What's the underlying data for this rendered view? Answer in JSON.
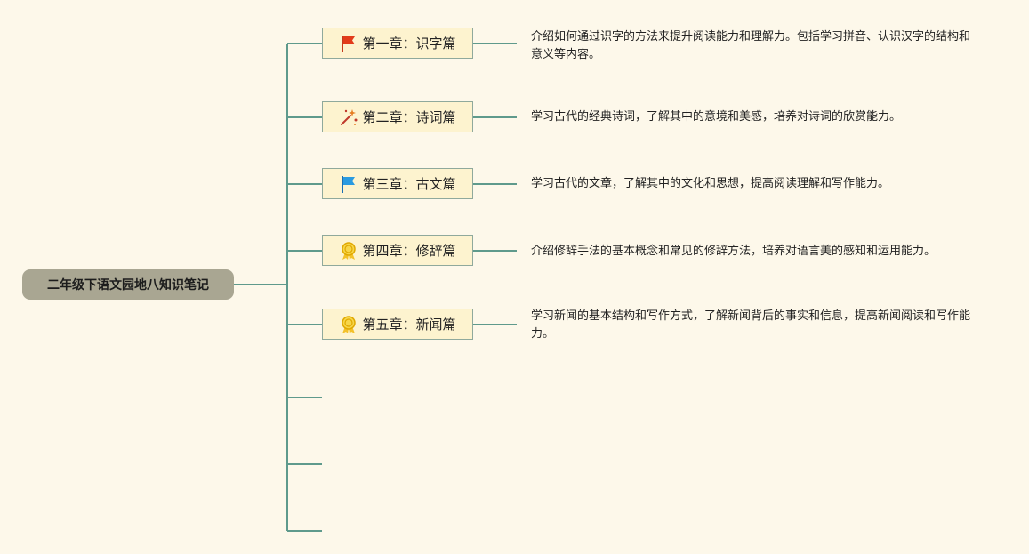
{
  "root": {
    "title": "二年级下语文园地八知识笔记"
  },
  "chapters": [
    {
      "label": "第一章：识字篇",
      "icon": "red-flag-icon",
      "description": "介绍如何通过识字的方法来提升阅读能力和理解力。包括学习拼音、认识汉字的结构和意义等内容。"
    },
    {
      "label": "第二章：诗词篇",
      "icon": "sparkle-wand-icon",
      "description": "学习古代的经典诗词，了解其中的意境和美感，培养对诗词的欣赏能力。"
    },
    {
      "label": "第三章：古文篇",
      "icon": "blue-flag-icon",
      "description": "学习古代的文章，了解其中的文化和思想，提高阅读理解和写作能力。"
    },
    {
      "label": "第四章：修辞篇",
      "icon": "award-ribbon-icon",
      "description": "介绍修辞手法的基本概念和常见的修辞方法，培养对语言美的感知和运用能力。"
    },
    {
      "label": "第五章：新闻篇",
      "icon": "award-ribbon-icon",
      "description": "学习新闻的基本结构和写作方式，了解新闻背后的事实和信息，提高新闻阅读和写作能力。"
    }
  ],
  "colors": {
    "background": "#fdf8ea",
    "connector": "#5f9a8c",
    "root_fill": "#a9a692",
    "node_fill": "#fdf3cf",
    "node_border": "#8fa99c"
  }
}
